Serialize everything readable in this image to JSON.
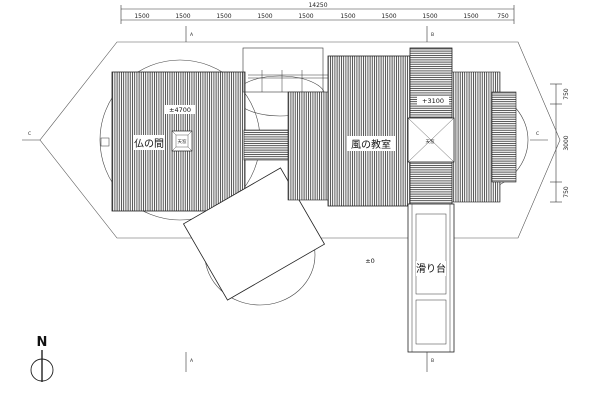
{
  "title": "",
  "dimensions": {
    "overall": "14250",
    "segments": [
      "1500",
      "1500",
      "1500",
      "1500",
      "1500",
      "1500",
      "1500",
      "1500",
      "1500",
      "750"
    ],
    "right_side": [
      "750",
      "3000",
      "750"
    ]
  },
  "rooms": {
    "hotoke": "仏の間",
    "kaze": "風の教室",
    "slide": "滑り台"
  },
  "levels": {
    "hotoke": "±4700",
    "kaze": "+3100",
    "ground": "±0"
  },
  "section_marks": {
    "a": "A",
    "b": "B",
    "c": "C"
  },
  "compass": "N",
  "skylight_labels": {
    "hotoke": "天窓",
    "kaze": "天窓"
  }
}
